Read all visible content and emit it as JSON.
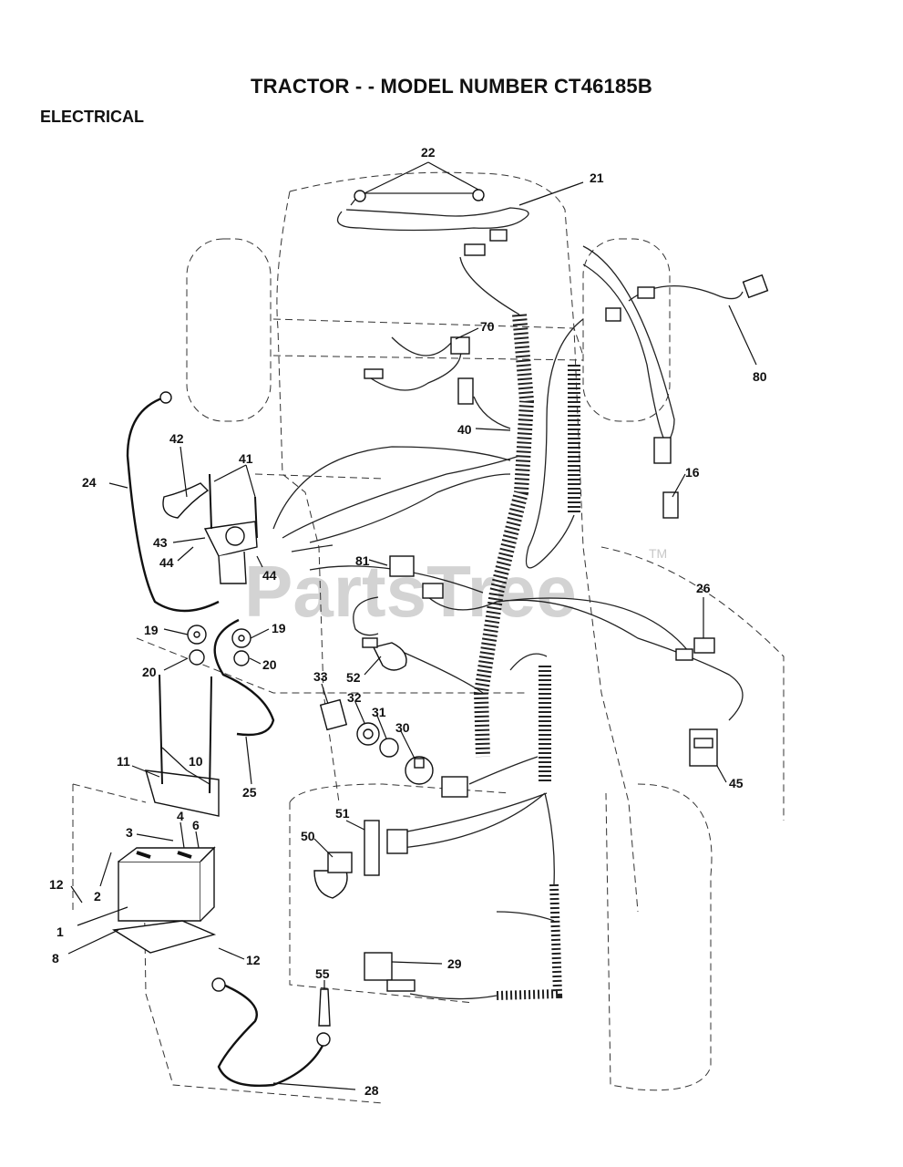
{
  "header": {
    "title": "TRACTOR - - MODEL NUMBER CT46185B",
    "section": "ELECTRICAL"
  },
  "watermark": {
    "text": "PartsTree",
    "trademark": "TM"
  },
  "callouts": [
    "22",
    "21",
    "70",
    "80",
    "40",
    "16",
    "42",
    "41",
    "24",
    "43",
    "44",
    "44",
    "81",
    "26",
    "19",
    "19",
    "20",
    "20",
    "52",
    "33",
    "32",
    "31",
    "30",
    "10",
    "11",
    "25",
    "45",
    "51",
    "50",
    "3",
    "4",
    "6",
    "2",
    "12",
    "1",
    "8",
    "12",
    "29",
    "55",
    "28"
  ]
}
